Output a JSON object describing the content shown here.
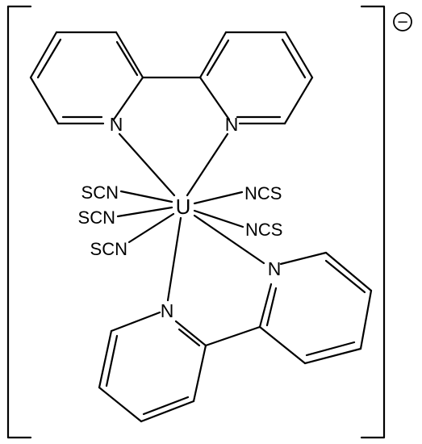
{
  "structure": {
    "metal": "U",
    "top_ligand": {
      "n_left": "N",
      "n_right": "N"
    },
    "bottom_ligand": {
      "n_upper": "N",
      "n_lower": "N"
    },
    "thiocyanates": {
      "left_1": "SCN",
      "left_2": "SCN",
      "left_3": "SCN",
      "right_1": "NCS",
      "right_2": "NCS"
    },
    "charge": "−"
  },
  "colors": {
    "ink": "#000000",
    "background": "#ffffff"
  }
}
